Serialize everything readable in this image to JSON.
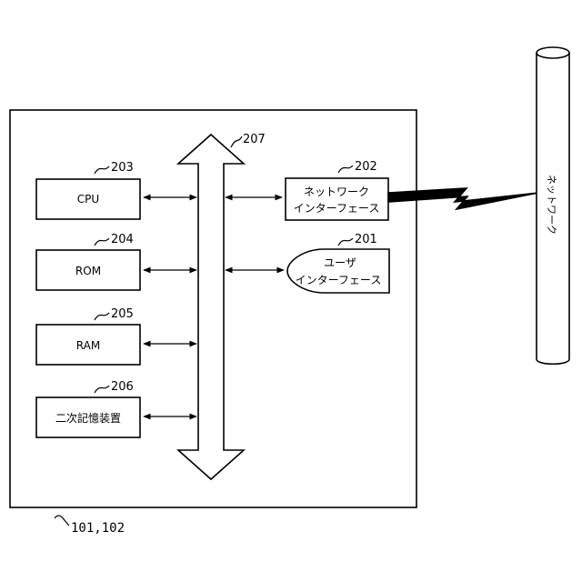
{
  "diagram": {
    "device_ref": "101,102",
    "bus": {
      "ref": "207"
    },
    "cpu": {
      "ref": "203",
      "label": "CPU"
    },
    "rom": {
      "ref": "204",
      "label": "ROM"
    },
    "ram": {
      "ref": "205",
      "label": "RAM"
    },
    "storage": {
      "ref": "206",
      "label": "二次記憶装置"
    },
    "network_interface": {
      "ref": "202",
      "line1": "ネットワーク",
      "line2": "インターフェース"
    },
    "user_interface": {
      "ref": "201",
      "line1": "ユーザ",
      "line2": "インターフェース"
    },
    "network": {
      "label": "ネットワーク"
    }
  }
}
